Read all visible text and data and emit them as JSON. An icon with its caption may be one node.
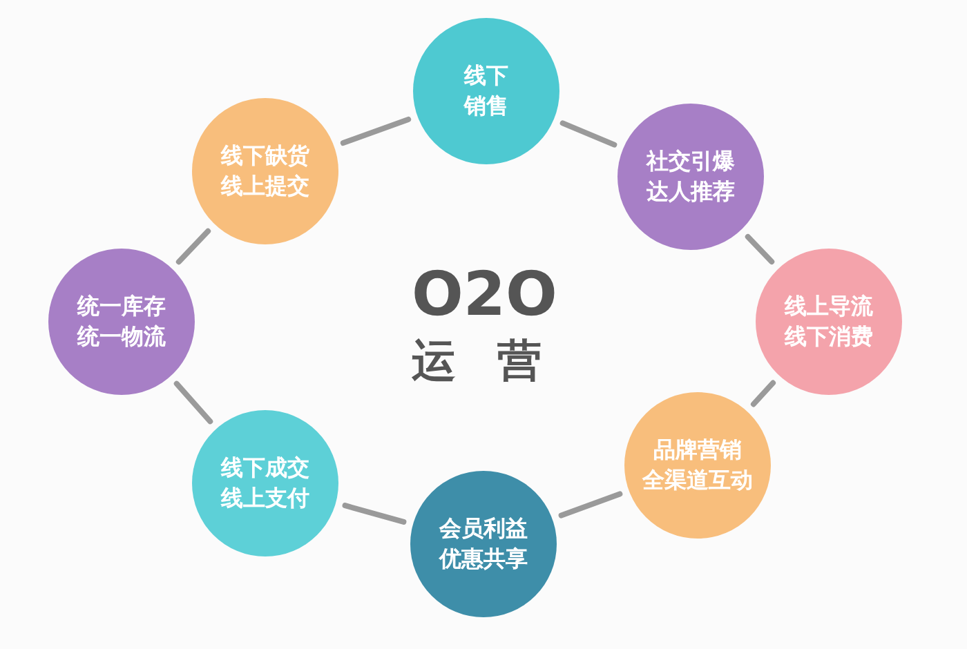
{
  "diagram": {
    "nodes": [
      {
        "text": [
          "线下",
          "销售"
        ]
      },
      {
        "text": [
          "社交引爆",
          "达人推荐"
        ]
      },
      {
        "text": [
          "线上导流",
          "线下消费"
        ]
      },
      {
        "text": [
          "品牌营销",
          "全渠道互动"
        ]
      },
      {
        "text": [
          "会员利益",
          "优惠共享"
        ]
      },
      {
        "text": [
          "线下成交",
          "线上支付"
        ]
      },
      {
        "text": [
          "统一库存",
          "统一物流"
        ]
      },
      {
        "text": [
          "线下缺货",
          "线上提交"
        ]
      }
    ],
    "edges": [
      {
        "from": 0,
        "to": 1,
        "arrow": "none"
      },
      {
        "from": 1,
        "to": 2,
        "arrow": "none"
      },
      {
        "from": 2,
        "to": 3,
        "arrow": "none"
      },
      {
        "from": 3,
        "to": 4,
        "arrow": "none"
      },
      {
        "from": 4,
        "to": 5,
        "arrow": "none"
      },
      {
        "from": 5,
        "to": 6,
        "arrow": "none"
      },
      {
        "from": 6,
        "to": 7,
        "arrow": "none"
      },
      {
        "from": 7,
        "to": 0,
        "arrow": "none"
      }
    ],
    "labels": [
      "O2O",
      "运营"
    ]
  }
}
